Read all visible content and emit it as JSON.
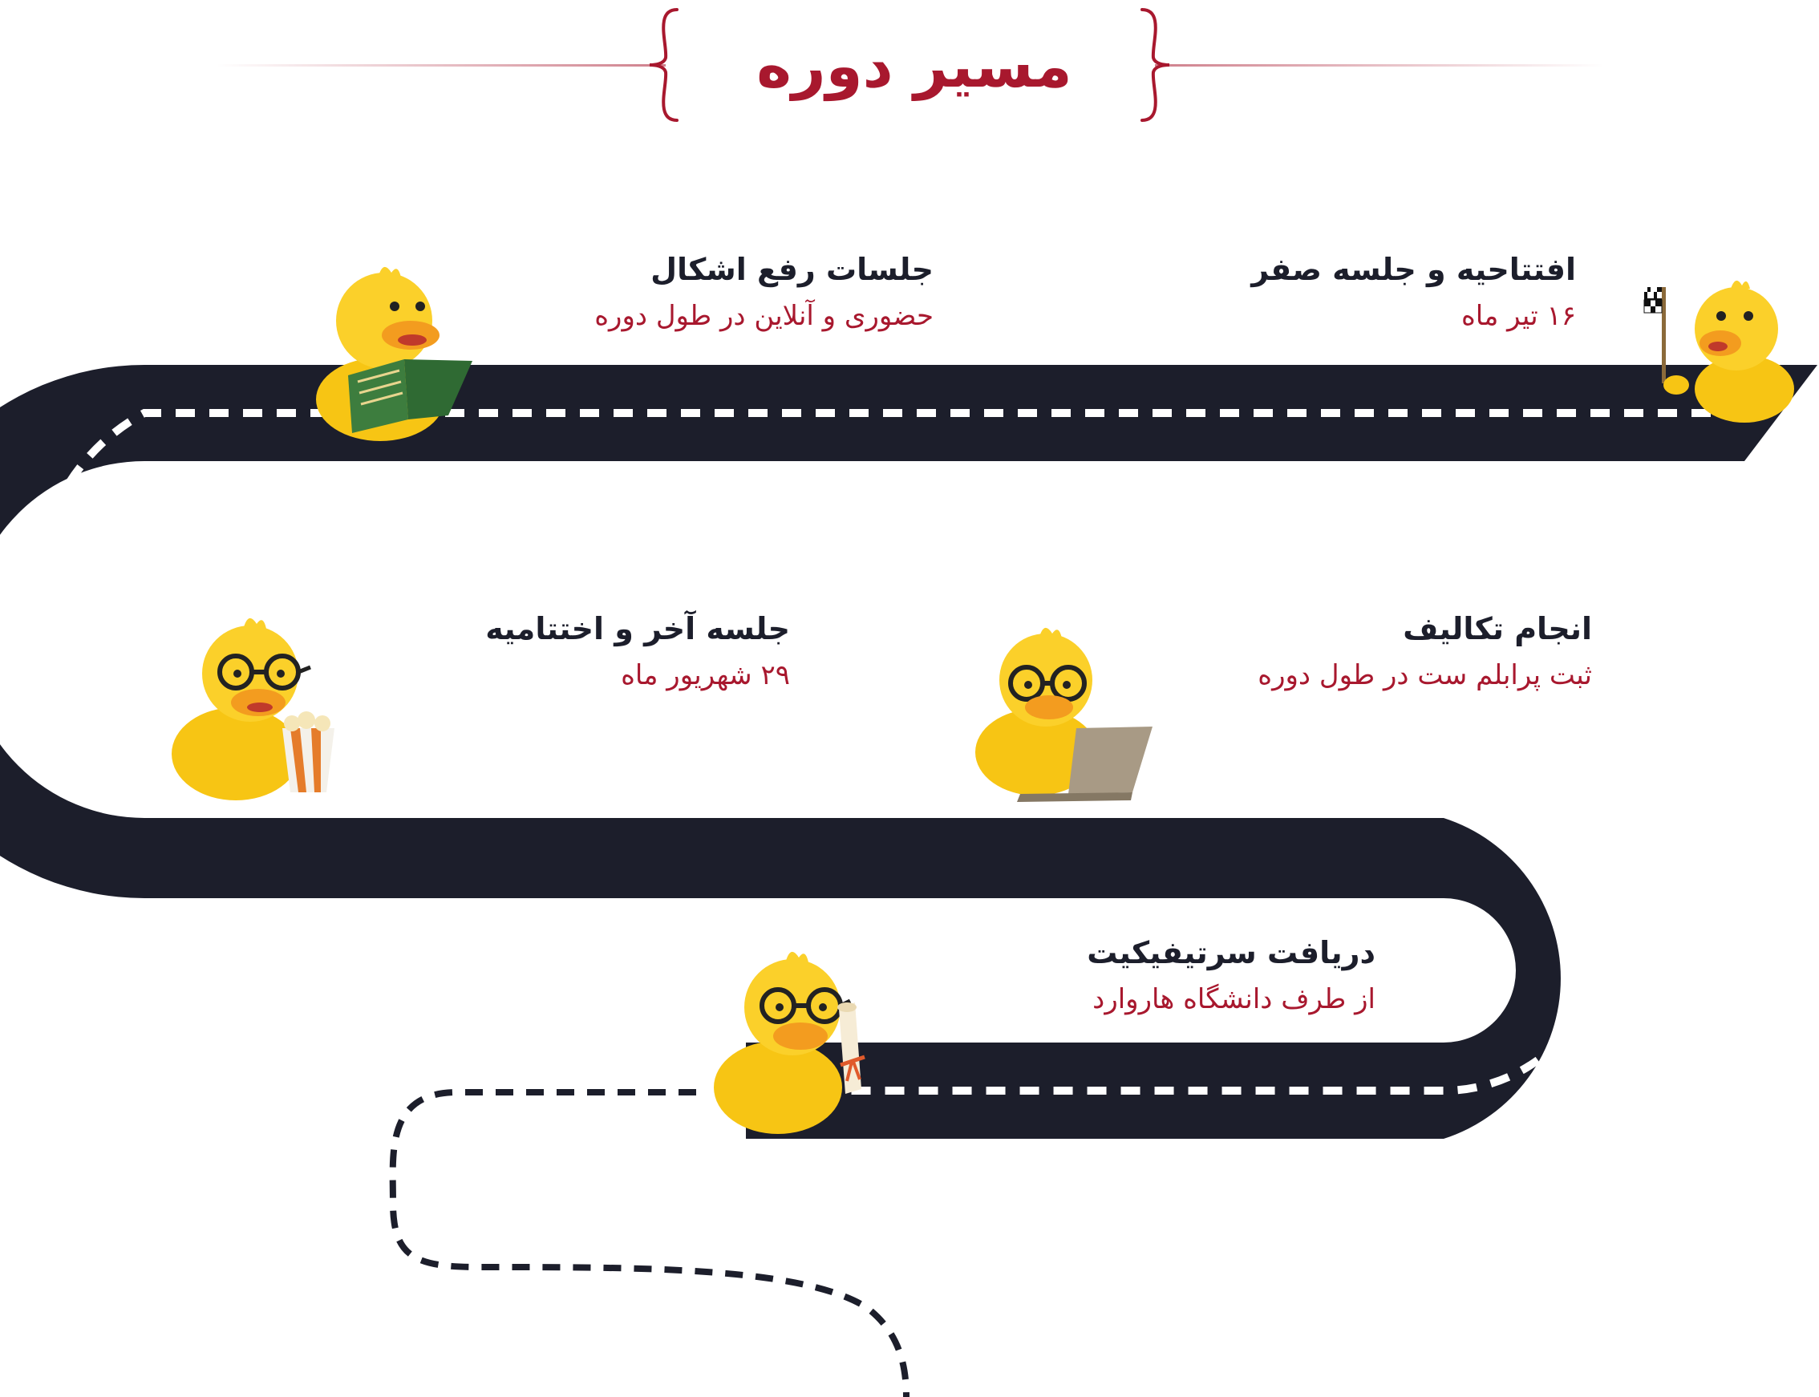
{
  "header": {
    "title": "مسیر دوره"
  },
  "colors": {
    "accent": "#a8182e",
    "road": "#1c1e2b",
    "lane_marking": "#ffffff",
    "text_dark": "#1c1e2b",
    "duck_body": "#f7c514",
    "duck_beak": "#f39c1f"
  },
  "milestones": [
    {
      "title": "افتتاحیه و جلسه صفر",
      "subtitle": "۱۶ تیر ماه",
      "icon": "duck-with-checkered-flag-icon"
    },
    {
      "title": "جلسات رفع اشکال",
      "subtitle": "حضوری و آنلاین در طول دوره",
      "icon": "duck-reading-book-icon"
    },
    {
      "title": "انجام تکالیف",
      "subtitle": "ثبت پرابلم ست در طول دوره",
      "icon": "duck-with-laptop-icon"
    },
    {
      "title": "جلسه آخر و اختتامیه",
      "subtitle": "۲۹ شهریور ماه",
      "icon": "duck-with-popcorn-icon"
    },
    {
      "title": "دریافت سرتیفیکیت",
      "subtitle": "از طرف دانشگاه هاروارد",
      "icon": "duck-with-certificate-icon"
    }
  ]
}
